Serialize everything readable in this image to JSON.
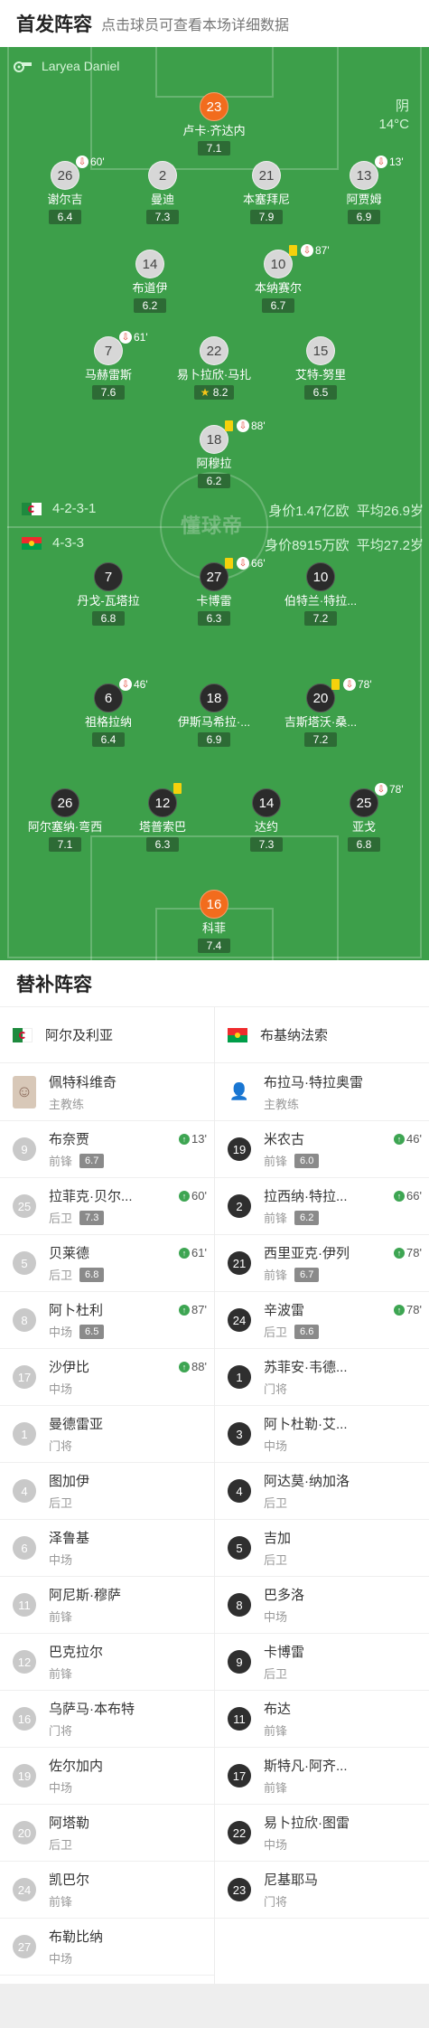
{
  "header": {
    "title": "首发阵容",
    "subtitle": "点击球员可查看本场详细数据"
  },
  "referee": {
    "name": "Laryea Daniel"
  },
  "weather": {
    "condition": "阴",
    "temperature": "14°C"
  },
  "watermark": "懂球帝",
  "teams": {
    "home": {
      "name": "阿尔及利亚",
      "formation": "4-2-3-1",
      "value": "身价1.47亿欧",
      "avg_age": "平均26.9岁"
    },
    "away": {
      "name": "布基纳法索",
      "formation": "4-3-3",
      "value": "身价8915万欧",
      "avg_age": "平均27.2岁"
    }
  },
  "pitch_players": [
    {
      "id": "p1",
      "number": "23",
      "name": "卢卡·齐达内",
      "rating": "7.1",
      "style": "orange",
      "event": ""
    },
    {
      "id": "p2",
      "number": "26",
      "name": "谢尔吉",
      "rating": "6.4",
      "style": "white",
      "event": "60'",
      "sub": true
    },
    {
      "id": "p3",
      "number": "2",
      "name": "曼迪",
      "rating": "7.3",
      "style": "white",
      "event": ""
    },
    {
      "id": "p4",
      "number": "21",
      "name": "本塞拜尼",
      "rating": "7.9",
      "style": "white",
      "event": ""
    },
    {
      "id": "p5",
      "number": "13",
      "name": "阿贾姆",
      "rating": "6.9",
      "style": "white",
      "event": "13'",
      "sub": true
    },
    {
      "id": "p6",
      "number": "14",
      "name": "布道伊",
      "rating": "6.2",
      "style": "white",
      "event": ""
    },
    {
      "id": "p7",
      "number": "10",
      "name": "本纳赛尔",
      "rating": "6.7",
      "style": "white",
      "event": "87'",
      "sub": true,
      "yellow": true,
      "captain": true
    },
    {
      "id": "p8",
      "number": "7",
      "name": "马赫雷斯",
      "rating": "7.6",
      "style": "white",
      "event": "61'",
      "sub": true,
      "captain": true
    },
    {
      "id": "p9",
      "number": "22",
      "name": "易卜拉欣·马扎",
      "rating": "8.2",
      "style": "white",
      "event": "",
      "star": true
    },
    {
      "id": "p10",
      "number": "15",
      "name": "艾特-努里",
      "rating": "6.5",
      "style": "white",
      "event": ""
    },
    {
      "id": "p11",
      "number": "18",
      "name": "阿穆拉",
      "rating": "6.2",
      "style": "white",
      "event": "88'",
      "sub": true,
      "yellow": true
    },
    {
      "id": "p12",
      "number": "7",
      "name": "丹戈-瓦塔拉",
      "rating": "6.8",
      "style": "dark",
      "event": ""
    },
    {
      "id": "p13",
      "number": "27",
      "name": "卡博雷",
      "rating": "6.3",
      "style": "dark",
      "event": "66'",
      "sub": true,
      "yellow": true
    },
    {
      "id": "p14",
      "number": "10",
      "name": "伯特兰·特拉...",
      "rating": "7.2",
      "style": "dark",
      "event": "",
      "captain": true
    },
    {
      "id": "p15",
      "number": "6",
      "name": "祖格拉纳",
      "rating": "6.4",
      "style": "dark",
      "event": "46'",
      "sub": true
    },
    {
      "id": "p16",
      "number": "18",
      "name": "伊斯马希拉·...",
      "rating": "6.9",
      "style": "dark",
      "event": ""
    },
    {
      "id": "p17",
      "number": "20",
      "name": "吉斯塔沃·桑...",
      "rating": "7.2",
      "style": "dark",
      "event": "78'",
      "sub": true,
      "yellow": true
    },
    {
      "id": "p18",
      "number": "26",
      "name": "阿尔塞纳·弯西",
      "rating": "7.1",
      "style": "dark",
      "event": ""
    },
    {
      "id": "p19",
      "number": "12",
      "name": "塔普索巴",
      "rating": "6.3",
      "style": "dark",
      "event": "",
      "yellow": true
    },
    {
      "id": "p20",
      "number": "14",
      "name": "达约",
      "rating": "7.3",
      "style": "dark",
      "event": ""
    },
    {
      "id": "p21",
      "number": "25",
      "name": "亚戈",
      "rating": "6.8",
      "style": "dark",
      "event": "78'",
      "sub": true
    },
    {
      "id": "p22",
      "number": "16",
      "name": "科菲",
      "rating": "7.4",
      "style": "orange",
      "event": ""
    }
  ],
  "subs_section": {
    "title": "替补阵容"
  },
  "home_bench": {
    "team": "阿尔及利亚",
    "coach": {
      "name": "佩特科维奇",
      "role": "主教练"
    },
    "players": [
      {
        "number": "9",
        "name": "布奈贾",
        "pos": "前锋",
        "rating": "6.7",
        "time": "13'"
      },
      {
        "number": "25",
        "name": "拉菲克·贝尔...",
        "pos": "后卫",
        "rating": "7.3",
        "time": "60'"
      },
      {
        "number": "5",
        "name": "贝莱德",
        "pos": "后卫",
        "rating": "6.8",
        "time": "61'"
      },
      {
        "number": "8",
        "name": "阿卜杜利",
        "pos": "中场",
        "rating": "6.5",
        "time": "87'"
      },
      {
        "number": "17",
        "name": "沙伊比",
        "pos": "中场",
        "rating": "",
        "time": "88'"
      },
      {
        "number": "1",
        "name": "曼德雷亚",
        "pos": "门将",
        "rating": "",
        "time": ""
      },
      {
        "number": "4",
        "name": "图加伊",
        "pos": "后卫",
        "rating": "",
        "time": ""
      },
      {
        "number": "6",
        "name": "泽鲁基",
        "pos": "中场",
        "rating": "",
        "time": ""
      },
      {
        "number": "11",
        "name": "阿尼斯·穆萨",
        "pos": "前锋",
        "rating": "",
        "time": ""
      },
      {
        "number": "12",
        "name": "巴克拉尔",
        "pos": "前锋",
        "rating": "",
        "time": ""
      },
      {
        "number": "16",
        "name": "乌萨马·本布特",
        "pos": "门将",
        "rating": "",
        "time": ""
      },
      {
        "number": "19",
        "name": "佐尔加内",
        "pos": "中场",
        "rating": "",
        "time": ""
      },
      {
        "number": "20",
        "name": "阿塔勒",
        "pos": "后卫",
        "rating": "",
        "time": ""
      },
      {
        "number": "24",
        "name": "凯巴尔",
        "pos": "前锋",
        "rating": "",
        "time": ""
      },
      {
        "number": "27",
        "name": "布勒比纳",
        "pos": "中场",
        "rating": "",
        "time": ""
      }
    ]
  },
  "away_bench": {
    "team": "布基纳法索",
    "coach": {
      "name": "布拉马·特拉奥雷",
      "role": "主教练"
    },
    "players": [
      {
        "number": "19",
        "name": "米农古",
        "pos": "前锋",
        "rating": "6.0",
        "time": "46'"
      },
      {
        "number": "2",
        "name": "拉西纳·特拉...",
        "pos": "前锋",
        "rating": "6.2",
        "time": "66'"
      },
      {
        "number": "21",
        "name": "西里亚克·伊列",
        "pos": "前锋",
        "rating": "6.7",
        "time": "78'"
      },
      {
        "number": "24",
        "name": "辛波雷",
        "pos": "后卫",
        "rating": "6.6",
        "time": "78'"
      },
      {
        "number": "1",
        "name": "苏菲安·韦德...",
        "pos": "门将",
        "rating": "",
        "time": ""
      },
      {
        "number": "3",
        "name": "阿卜杜勒·艾...",
        "pos": "中场",
        "rating": "",
        "time": ""
      },
      {
        "number": "4",
        "name": "阿达莫·纳加洛",
        "pos": "后卫",
        "rating": "",
        "time": ""
      },
      {
        "number": "5",
        "name": "吉加",
        "pos": "后卫",
        "rating": "",
        "time": ""
      },
      {
        "number": "8",
        "name": "巴多洛",
        "pos": "中场",
        "rating": "",
        "time": ""
      },
      {
        "number": "9",
        "name": "卡博雷",
        "pos": "后卫",
        "rating": "",
        "time": ""
      },
      {
        "number": "11",
        "name": "布达",
        "pos": "前锋",
        "rating": "",
        "time": ""
      },
      {
        "number": "17",
        "name": "斯特凡·阿齐...",
        "pos": "前锋",
        "rating": "",
        "time": ""
      },
      {
        "number": "22",
        "name": "易卜拉欣·图雷",
        "pos": "中场",
        "rating": "",
        "time": ""
      },
      {
        "number": "23",
        "name": "尼基耶马",
        "pos": "门将",
        "rating": "",
        "time": ""
      }
    ]
  },
  "colors": {
    "pitch": "#3d9f4a",
    "accent": "#f26c1d",
    "sub_in": "#3da552",
    "yellow": "#f5d10c"
  }
}
